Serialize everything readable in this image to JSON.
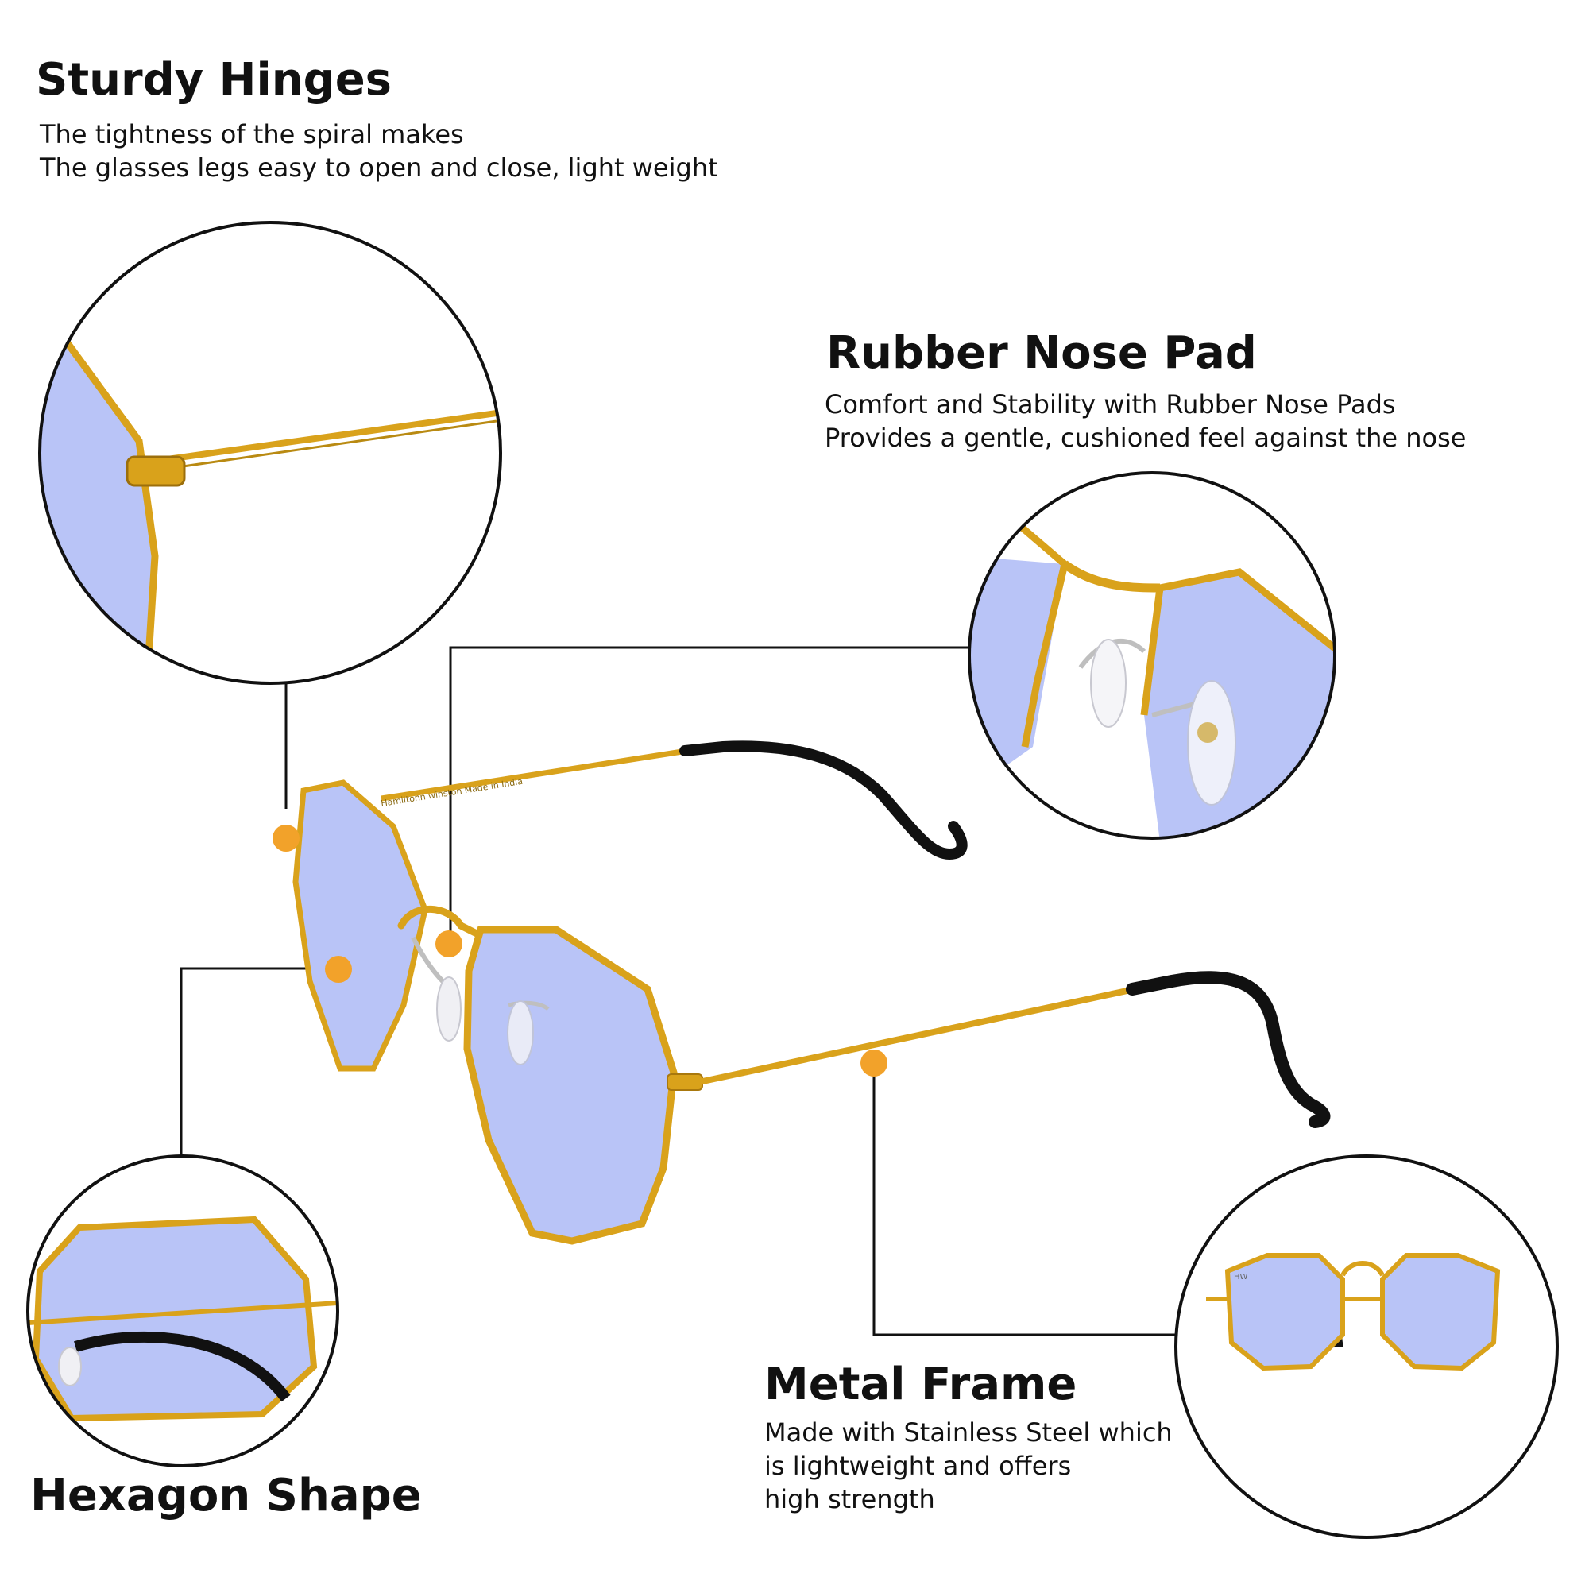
{
  "features": {
    "sturdy_hinges": {
      "title": "Sturdy Hinges",
      "lines": [
        "The tightness of the spiral makes",
        "The glasses legs easy to open and close, light weight"
      ]
    },
    "rubber_nose_pad": {
      "title": "Rubber Nose Pad",
      "lines": [
        "Comfort and Stability with Rubber Nose Pads",
        "Provides a gentle, cushioned feel against the nose"
      ]
    },
    "metal_frame": {
      "title": "Metal Frame",
      "lines": [
        "Made with Stainless Steel which",
        "is lightweight and offers",
        "high strength"
      ]
    },
    "hexagon_shape": {
      "title": "Hexagon Shape"
    }
  },
  "product": {
    "temple_engraving": "Hamiltonn winston Made in India",
    "bridge_logo": "HW"
  },
  "colors": {
    "frame_gold": "#d9a21b",
    "lens_blue": "#b9c4f7",
    "marker_orange": "#f2a22a",
    "tip_black": "#111111",
    "callout_line": "#111111"
  }
}
